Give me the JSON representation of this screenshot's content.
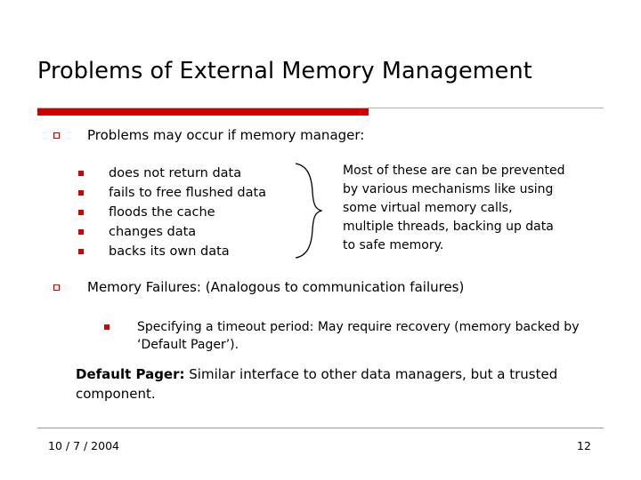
{
  "slide": {
    "title": "Problems of External Memory Management",
    "accent_color": "#cc0000",
    "bullets": {
      "first": "Problems may occur if memory manager:",
      "second": "Memory Failures: (Analogous to communication failures)"
    },
    "sublist": [
      "does not return data",
      "fails to free flushed data",
      "floods the cache",
      "changes data",
      "backs its own data"
    ],
    "right_note": "Most of these are can be prevented by various mechanisms like using some virtual memory calls, multiple threads, backing up data to safe memory.",
    "deep_bullet": "Specifying a timeout period: May require recovery (memory backed by ‘Default Pager’).",
    "definition": {
      "term": "Default Pager:",
      "text": " Similar interface to other data managers, but a trusted component."
    },
    "footer": {
      "date": "10 / 7 / 2004",
      "page": "12"
    }
  }
}
